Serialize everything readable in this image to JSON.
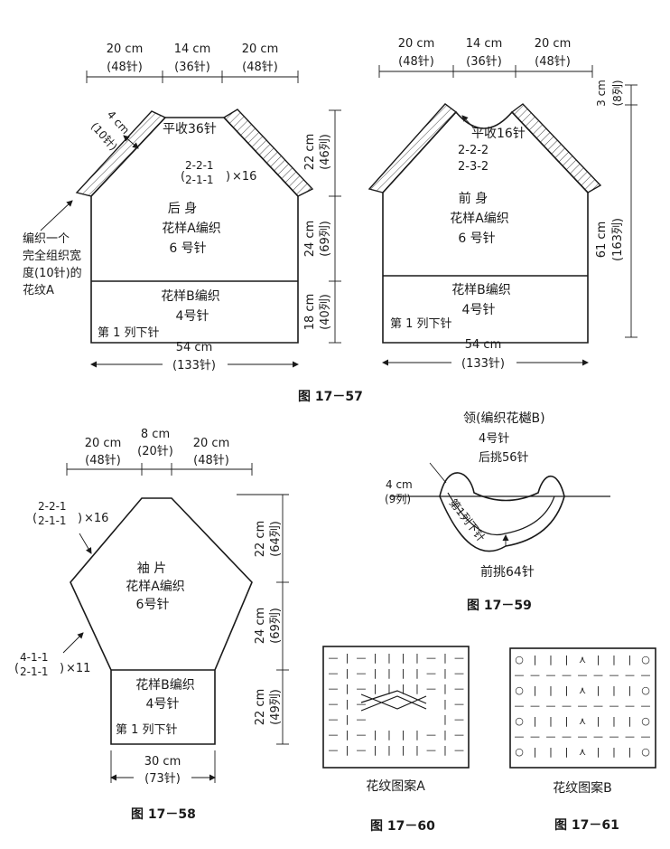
{
  "fig57": {
    "caption": "图 17－57",
    "back": {
      "top_dims": [
        {
          "cm": "20 cm",
          "st": "(48针)"
        },
        {
          "cm": "14 cm",
          "st": "(36针)"
        },
        {
          "cm": "20 cm",
          "st": "(48针)"
        }
      ],
      "strip_cm": "4 cm",
      "strip_st": "(10针)",
      "bindoff": "平收36针",
      "shaping_a": "2-2-1",
      "shaping_b": "2-1-1",
      "shaping_mult": "×16",
      "title": "后  身",
      "pattern": "花样A编织",
      "needle": "6 号针",
      "rib_pattern": "花样B编织",
      "rib_needle": "4号针",
      "first_row": "第 1 列下针",
      "side_dims": [
        {
          "cm": "22 cm",
          "rows": "(46列)"
        },
        {
          "cm": "24 cm",
          "rows": "(69列)"
        },
        {
          "cm": "18 cm",
          "rows": "(40列)"
        }
      ],
      "bottom_cm": "54 cm",
      "bottom_st": "(133针)",
      "note": [
        "编织一个",
        "完全组织宽",
        "度(10针)的",
        "花纹A"
      ]
    },
    "front": {
      "top_dims": [
        {
          "cm": "20 cm",
          "st": "(48针)"
        },
        {
          "cm": "14 cm",
          "st": "(36针)"
        },
        {
          "cm": "20 cm",
          "st": "(48针)"
        }
      ],
      "neck_bindoff": "平收16针",
      "neck_a": "2-2-2",
      "neck_b": "2-3-2",
      "title": "前  身",
      "pattern": "花样A编织",
      "needle": "6 号针",
      "rib_pattern": "花样B编织",
      "rib_needle": "4号针",
      "first_row": "第 1 列下针",
      "neck_cm": "3 cm",
      "neck_rows": "(8列)",
      "total_cm": "61 cm",
      "total_rows": "(163列)",
      "bottom_cm": "54 cm",
      "bottom_st": "(133针)"
    }
  },
  "fig58": {
    "caption": "图 17－58",
    "top_dims": [
      {
        "cm": "20 cm",
        "st": "(48针)"
      },
      {
        "cm": "8 cm",
        "st": "(20针)"
      },
      {
        "cm": "20 cm",
        "st": "(48针)"
      }
    ],
    "shaping_top_a": "2-2-1",
    "shaping_top_b": "2-1-1",
    "shaping_top_mult": "×16",
    "shaping_bot_a": "4-1-1",
    "shaping_bot_b": "2-1-1",
    "shaping_bot_mult": "×11",
    "title": "袖  片",
    "pattern": "花样A编织",
    "needle": "6号针",
    "rib_pattern": "花样B编织",
    "rib_needle": "4号针",
    "first_row": "第 1 列下针",
    "side_dims": [
      {
        "cm": "22 cm",
        "rows": "(64列)"
      },
      {
        "cm": "24 cm",
        "rows": "(69列)"
      },
      {
        "cm": "22 cm",
        "rows": "(49列)"
      }
    ],
    "bottom_cm": "30 cm",
    "bottom_st": "(73针)"
  },
  "fig59": {
    "caption": "图 17－59",
    "title": "领(编织花樾B)",
    "needle": "4号针",
    "back_pick": "后挑56针",
    "width_cm": "4 cm",
    "width_rows": "(9列)",
    "first_row": "第1列下针",
    "front_pick": "前挑64针"
  },
  "fig60": {
    "caption": "图 17－60",
    "label": "花纹图案A"
  },
  "fig61": {
    "caption": "图 17－61",
    "label": "花纹图案B"
  },
  "symbols": {
    "knit": "|",
    "purl": "—",
    "yarn_over": "○",
    "double_decrease": "⋏"
  }
}
